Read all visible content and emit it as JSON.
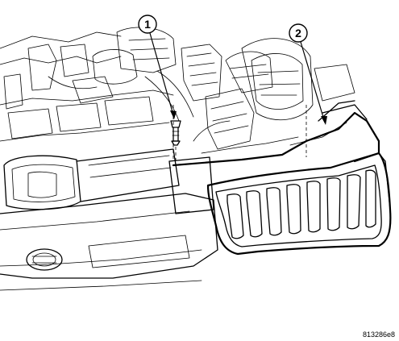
{
  "figure": {
    "callouts": [
      {
        "number": "1"
      },
      {
        "number": "2"
      }
    ],
    "figure_id": "813286e8"
  }
}
